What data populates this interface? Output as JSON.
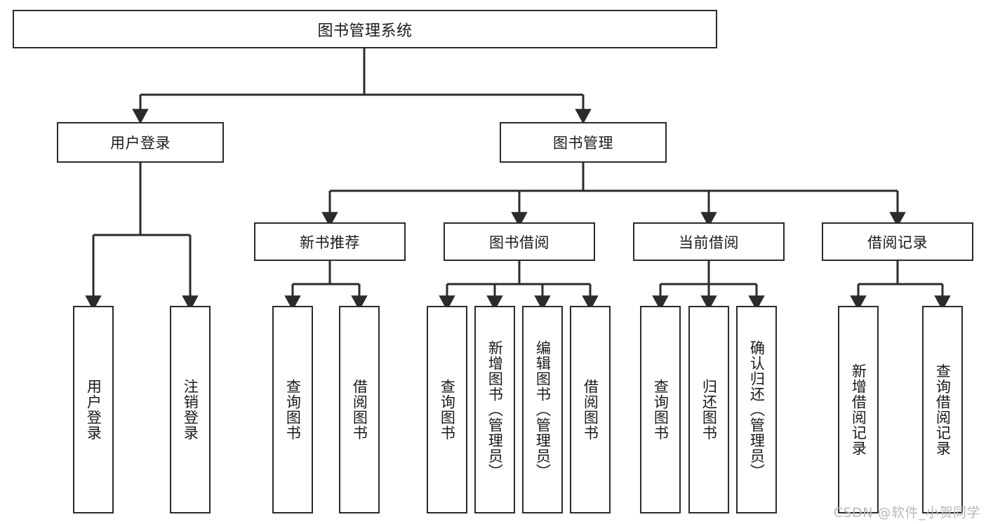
{
  "diagram": {
    "title": "图书管理系统",
    "type": "tree-hierarchy",
    "watermark": "CSDN @软件_小贺同学",
    "colors": {
      "stroke": "#2b2b2b",
      "fill": "#ffffff",
      "text": "#1a1a1a",
      "watermark": "#b9b9b9"
    },
    "levels": {
      "root": {
        "label": "图书管理系统"
      },
      "level2": [
        {
          "id": "user-login",
          "label": "用户登录"
        },
        {
          "id": "book-manage",
          "label": "图书管理"
        }
      ],
      "level3": [
        {
          "id": "new-book-rec",
          "label": "新书推荐",
          "parent": "book-manage"
        },
        {
          "id": "book-borrow",
          "label": "图书借阅",
          "parent": "book-manage"
        },
        {
          "id": "current-borrow",
          "label": "当前借阅",
          "parent": "book-manage"
        },
        {
          "id": "borrow-record",
          "label": "借阅记录",
          "parent": "book-manage"
        }
      ],
      "leaves": {
        "user-login": [
          {
            "id": "leaf-user-login",
            "label": "用户登录"
          },
          {
            "id": "leaf-user-logout",
            "label": "注销登录"
          }
        ],
        "new-book-rec": [
          {
            "id": "leaf-query-book-1",
            "label": "查询图书"
          },
          {
            "id": "leaf-borrow-book-1",
            "label": "借阅图书"
          }
        ],
        "book-borrow": [
          {
            "id": "leaf-query-book-2",
            "label": "查询图书"
          },
          {
            "id": "leaf-add-book",
            "label": "新增图书（管理员）"
          },
          {
            "id": "leaf-edit-book",
            "label": "编辑图书（管理员）"
          },
          {
            "id": "leaf-borrow-book-2",
            "label": "借阅图书"
          }
        ],
        "current-borrow": [
          {
            "id": "leaf-query-book-3",
            "label": "查询图书"
          },
          {
            "id": "leaf-return-book",
            "label": "归还图书"
          },
          {
            "id": "leaf-confirm-return",
            "label": "确认归还（管理员）"
          }
        ],
        "borrow-record": [
          {
            "id": "leaf-add-record",
            "label": "新增借阅记录"
          },
          {
            "id": "leaf-query-record",
            "label": "查询借阅记录"
          }
        ]
      }
    }
  }
}
